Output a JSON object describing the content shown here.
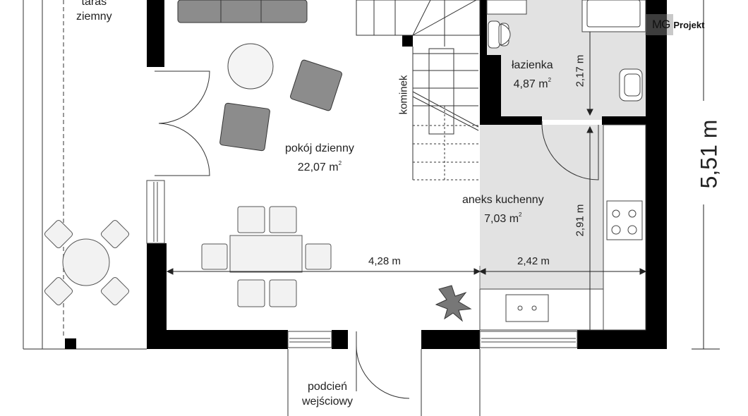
{
  "rooms": {
    "terrace": {
      "line1": "taras",
      "line2": "ziemny"
    },
    "living": {
      "name": "pokój dzienny",
      "area": "22,07 m",
      "unit_sup": "2"
    },
    "bathroom": {
      "name": "łazienka",
      "area": "4,87 m",
      "unit_sup": "2"
    },
    "kitchen": {
      "name": "aneks kuchenny",
      "area": "7,03 m",
      "unit_sup": "2"
    },
    "porch": {
      "line1": "podcień",
      "line2": "wejściowy"
    },
    "fireplace": "kominek"
  },
  "dimensions": {
    "living_width": "4,28 m",
    "kitchen_width": "2,42 m",
    "bath_depth": "2,17 m",
    "kitchen_depth": "2,91 m",
    "total_depth": "5,51 m"
  },
  "logo": {
    "mg": "MG",
    "projekt": "Projekt"
  },
  "colors": {
    "wall": "#000000",
    "furniture": "#8c8c8c",
    "floor_tile": "#e2e2e2"
  }
}
